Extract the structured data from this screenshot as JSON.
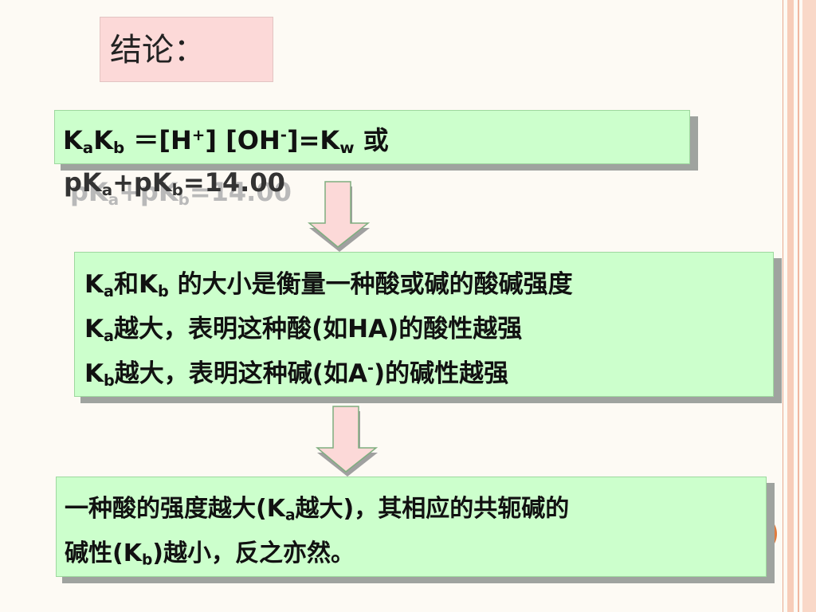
{
  "title": "结论：",
  "box1": {
    "line1": {
      "k1": "K",
      "a": "a",
      "k2": "K",
      "b": "b",
      "eq": "＝[H",
      "plus": "+",
      "mid": "] [OH",
      "minus": "-",
      "end": "]=K",
      "w": "w",
      "or": "或"
    },
    "line2": {
      "pk1": "pK",
      "a": "a",
      "plus": "+pK",
      "b": "b",
      "end": "=14.00"
    }
  },
  "box2": {
    "line1": {
      "k1": "K",
      "a": "a",
      "and": "和K",
      "b": "b",
      "rest": "的大小是衡量一种酸或碱的酸碱强度"
    },
    "line2": {
      "k": "K",
      "a": "a",
      "rest1": "越大，表明这种酸(如HA)的酸性越强"
    },
    "line3": {
      "k": "K",
      "b": "b",
      "rest1": "越大，表明这种碱(如A",
      "minus": "-",
      "rest2": ")的碱性越强"
    }
  },
  "box3": {
    "line1": {
      "pre": "一种酸的强度越大(K",
      "a": "a",
      "post": "越大)，其相应的共轭碱的"
    },
    "line2": {
      "pre": "碱性(K",
      "b": "b",
      "post": ")越小，反之亦然。"
    }
  },
  "colors": {
    "box_fill": "#ccffcc",
    "title_fill": "#fcd9d8",
    "arrow_fill": "#fcd9d8",
    "shadow": "#9a9a9a"
  }
}
